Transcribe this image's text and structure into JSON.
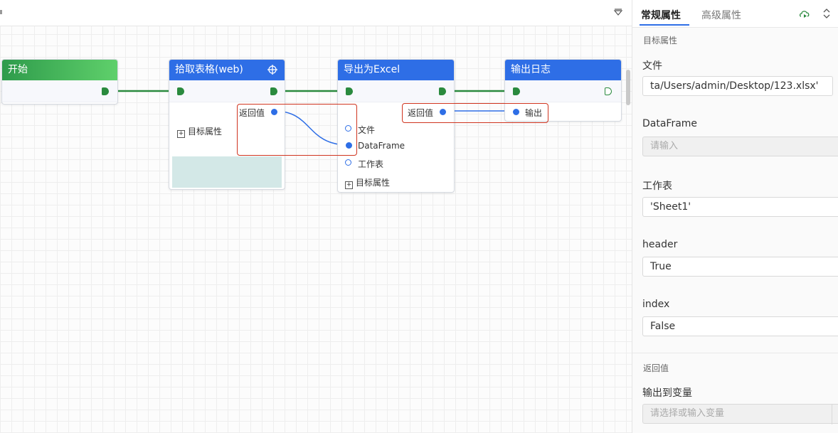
{
  "canvas": {
    "nodes": {
      "start": {
        "title": "开始"
      },
      "pick_table": {
        "title": "拾取表格(web)",
        "return_label": "返回值",
        "expand_label": "目标属性",
        "locate_icon": "crosshair-icon"
      },
      "export_excel": {
        "title": "导出为Excel",
        "inputs": [
          "文件",
          "DataFrame",
          "工作表"
        ],
        "expand_label": "目标属性",
        "return_label": "返回值"
      },
      "output_log": {
        "title": "输出日志",
        "input_label": "输出"
      }
    },
    "colors": {
      "start_header": "#2e9b4b",
      "node_header": "#2e6ee6",
      "flow_port": "#2a8a3e",
      "data_link": "#2e6ee6",
      "highlight": "#d0341f"
    }
  },
  "panel": {
    "tabs": [
      "常规属性",
      "高级属性"
    ],
    "active_tab": "常规属性",
    "icons": [
      "run-node-icon",
      "expand-collapse-icon"
    ],
    "target_section": "目标属性",
    "fields": [
      {
        "label": "文件",
        "value": "ta/Users/admin/Desktop/123.xlsx'"
      },
      {
        "label": "DataFrame",
        "placeholder": "请输入"
      },
      {
        "label": "工作表",
        "value": "'Sheet1'"
      },
      {
        "label": "header",
        "value": "True"
      },
      {
        "label": "index",
        "value": "False"
      }
    ],
    "return_section": "返回值",
    "output_var": {
      "label": "输出到变量",
      "placeholder": "请选择或输入变量"
    }
  }
}
